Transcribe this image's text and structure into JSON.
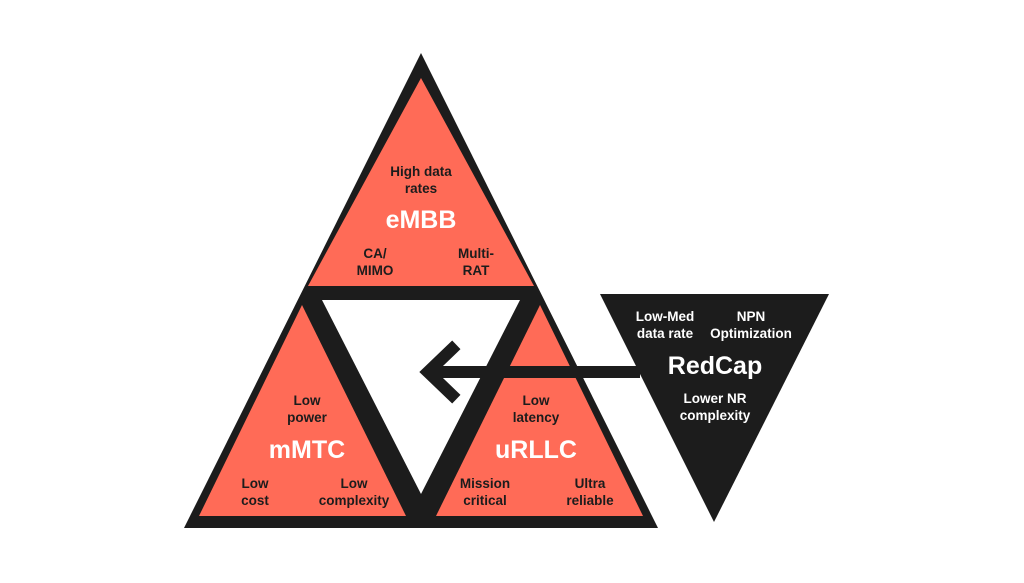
{
  "colors": {
    "accent": "#ff6b57",
    "outline": "#1c1c1c",
    "background": "#ffffff",
    "label_light": "#ffffff"
  },
  "embb": {
    "title": "eMBB",
    "top": [
      "High data",
      "rates"
    ],
    "left": [
      "CA/",
      "MIMO"
    ],
    "right": [
      "Multi-",
      "RAT"
    ]
  },
  "mmtc": {
    "title": "mMTC",
    "top": [
      "Low",
      "power"
    ],
    "left": [
      "Low",
      "cost"
    ],
    "right": [
      "Low",
      "complexity"
    ]
  },
  "urllc": {
    "title": "uRLLC",
    "top": [
      "Low",
      "latency"
    ],
    "left": [
      "Mission",
      "critical"
    ],
    "right": [
      "Ultra",
      "reliable"
    ]
  },
  "redcap": {
    "title": "RedCap",
    "left": [
      "Low-Med",
      "data rate"
    ],
    "right": [
      "NPN",
      "Optimization"
    ],
    "bottom": [
      "Lower NR",
      "complexity"
    ]
  },
  "arrow": {
    "direction": "left",
    "from": "RedCap",
    "to": "center"
  }
}
